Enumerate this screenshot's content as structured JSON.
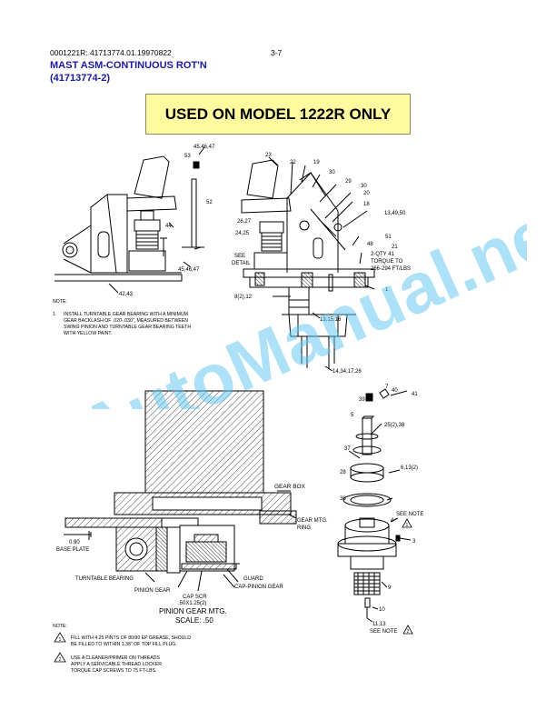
{
  "header": {
    "code": "0001221R:  41713774.01.19970822",
    "page_number": "3-7",
    "title_line1": "MAST ASM-CONTINUOUS ROT'N",
    "title_line2": "(41713774-2)"
  },
  "banner": "USED ON MODEL 1222R ONLY",
  "watermark": "AutoManual.net",
  "colors": {
    "title": "#1a1aa8",
    "banner_bg": "#fffaa0",
    "watermark": "#5cc4f0"
  },
  "top_left": {
    "labels": {
      "l45": "45,46,47",
      "l53": "53",
      "l52": "52",
      "l44": "44",
      "l45b": "45,46,47",
      "l42": "42,43"
    },
    "note_heading": "NOTE:",
    "note_num": "1",
    "note_lines": [
      "INSTALL TURNTABLE GEAR BEARING WITH A MINIMUM",
      "GEAR BACKLASH OF .020-.030\", MEASURED BETWEEN",
      "SWING PINION AND TURNTABLE GEAR BEARING TEETH",
      "WITH YELLOW PAINT."
    ]
  },
  "top_right": {
    "labels": {
      "l23": "23",
      "l22": "22",
      "l19": "19",
      "l30a": "30",
      "l29": "29",
      "l30b": "30",
      "l20": "20",
      "l18": "18",
      "l13": "13,49,50",
      "l26": "26,27",
      "l24": "24,25",
      "l51": "51",
      "l48": "48",
      "l21": "21",
      "see": "SEE",
      "detail": "DETAIL",
      "qty": "2-QTY 41",
      "torque": "TORQUE TO",
      "torque_val": "266-294 FT/LBS",
      "l1": "1",
      "l8": "8(2),12",
      "l13b": "13,15,16",
      "l14": "14,34,17,26"
    }
  },
  "detail": {
    "gear_box": "GEAR BOX",
    "gear_mtg": "GEAR MTG.",
    "ring": "RING",
    "dim": "0.90",
    "base_plate": "BASE PLATE",
    "turntable_bearing": "TURNTABLE BEARING",
    "guard": "GUARD",
    "pinion_gear": "PINION GEAR",
    "cap_pinion": "CAP-PINION GEAR",
    "cap_scr": "CAP SCR",
    "cap_scr_size": ".50X1.25(2)",
    "caption": "PINION GEAR MTG.",
    "scale": "SCALE: .50"
  },
  "exploded": {
    "labels": {
      "l7": "7",
      "l40": "40",
      "l41": "41",
      "l39": "39",
      "l5": "5",
      "l25": "25(2),38",
      "l37": "37",
      "l28": "28",
      "l6": "6,13(2)",
      "l36": "36",
      "see_note": "SEE NOTE",
      "tri1": "1",
      "l4": "4",
      "l3": "3",
      "l9": "9",
      "l10": "10",
      "l11": "11,13",
      "see_note2": "SEE NOTE",
      "tri2": "2"
    }
  },
  "notes_bottom": {
    "heading": "NOTE:",
    "n1_num": "1",
    "n1_lines": [
      "FILL WITH 4.25 PINTS OF 80/90 EP GREASE, SHOULD",
      "BE FILLED TO WITHIN 1.38\" OF TOP FILL PLUG."
    ],
    "n2_num": "2",
    "n2_lines": [
      "USE A CLEANER/PRIMER ON THREADS",
      "APPLY A SERVICABLE THREAD LOCKER",
      "TORQUE CAP SCREWS TO 75 FT-LBS."
    ]
  }
}
